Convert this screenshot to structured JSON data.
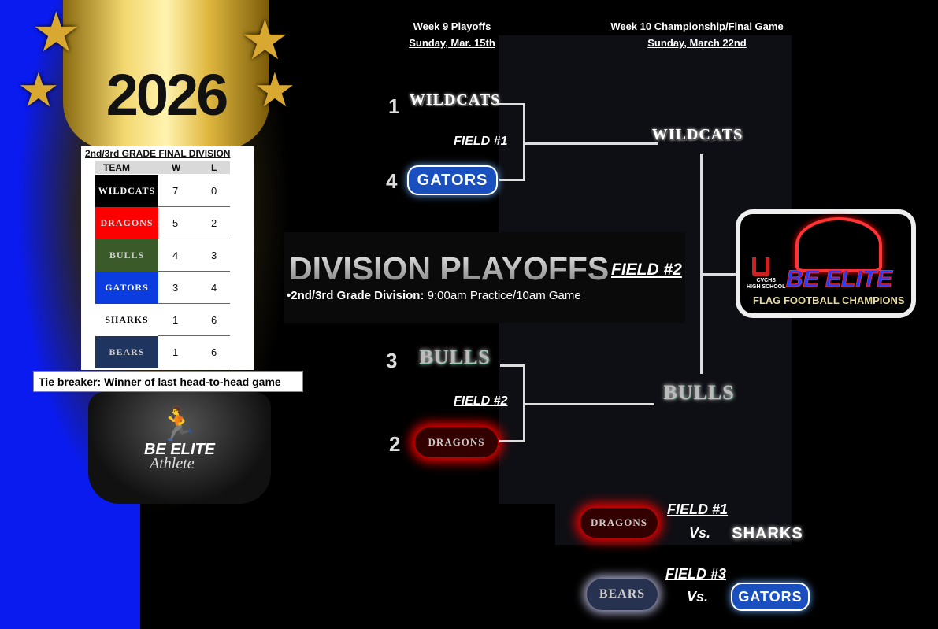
{
  "trophy": {
    "year": "2026",
    "base_brand": "BE ELITE",
    "base_sub": "Athlete"
  },
  "standings": {
    "title": "2nd/3rd GRADE FINAL DIVISION",
    "headers": [
      "TEAM",
      "W",
      "L"
    ],
    "rows": [
      {
        "team": "WILDCATS",
        "w": "7",
        "l": "0",
        "bg": "#000000",
        "fg": "#ffffff"
      },
      {
        "team": "DRAGONS",
        "w": "5",
        "l": "2",
        "bg": "#ff0000",
        "fg": "#dddddd"
      },
      {
        "team": "BULLS",
        "w": "4",
        "l": "3",
        "bg": "#3a5a2a",
        "fg": "#cccccc"
      },
      {
        "team": "GATORS",
        "w": "3",
        "l": "4",
        "bg": "#0a3ce0",
        "fg": "#ffffff"
      },
      {
        "team": "SHARKS",
        "w": "1",
        "l": "6",
        "bg": "#ffffff",
        "fg": "#000000"
      },
      {
        "team": "BEARS",
        "w": "1",
        "l": "6",
        "bg": "#1f3560",
        "fg": "#cccccc"
      }
    ],
    "tie_breaker": "Tie breaker: Winner of last head-to-head game"
  },
  "headers": {
    "week9": "Week 9 Playoffs",
    "week9_date": "Sunday, Mar. 15th",
    "week10": "Week 10 Championship/Final Game",
    "week10_date": "Sunday, March 22nd"
  },
  "bracket": {
    "semi1": {
      "seed_a": "1",
      "team_a": "WILDCATS",
      "seed_b": "4",
      "team_b": "GATORS",
      "field": "FIELD #1"
    },
    "semi2": {
      "seed_a": "3",
      "team_a": "BULLS",
      "seed_b": "2",
      "team_b": "DRAGONS",
      "field": "FIELD #2"
    },
    "final": {
      "team_a": "WILDCATS",
      "team_b": "BULLS",
      "field": "FIELD #2"
    }
  },
  "division": {
    "title": "DIVISION PLAYOFFS",
    "sub_bold": "•2nd/3rd Grade Division:",
    "sub_rest": " 9:00am Practice/10am Game"
  },
  "champ": {
    "school": "CVCHS",
    "school_sub": "HIGH SCHOOL",
    "brand": "BE ELITE",
    "tagline": "FLAG FOOTBALL CHAMPIONS"
  },
  "consolation": [
    {
      "team_a": "DRAGONS",
      "field": "FIELD #1",
      "vs": "Vs.",
      "team_b": "SHARKS"
    },
    {
      "team_a": "BEARS",
      "field": "FIELD #3",
      "vs": "Vs.",
      "team_b": "GATORS"
    }
  ]
}
